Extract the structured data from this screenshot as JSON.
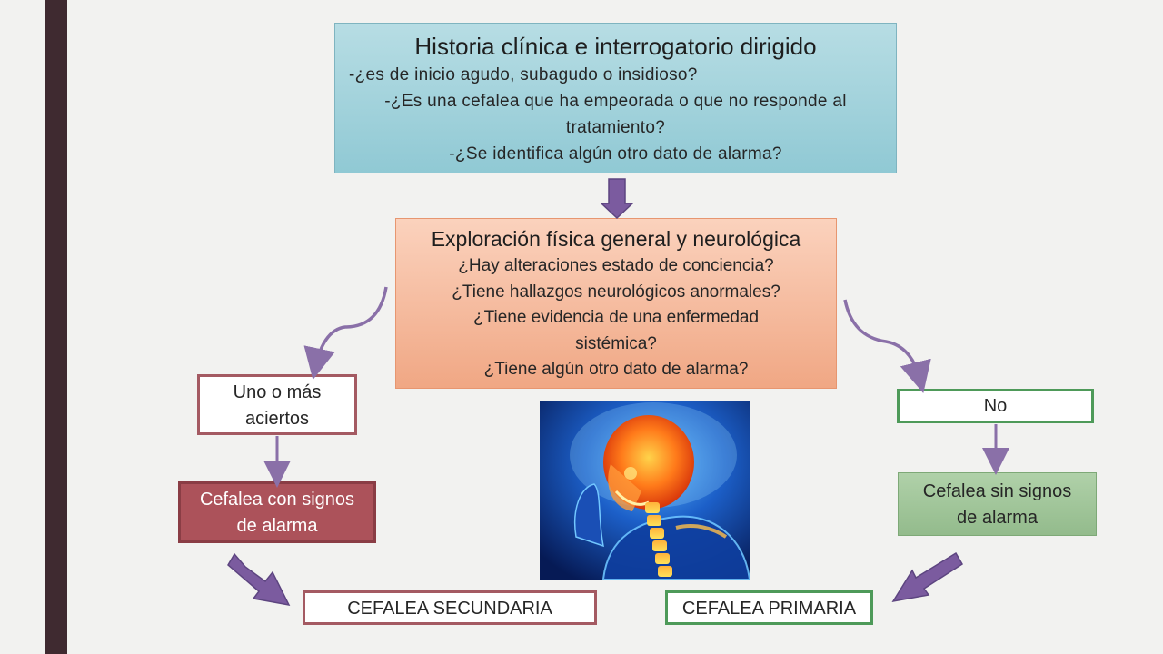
{
  "historia": {
    "title": "Historia clínica e interrogatorio dirigido",
    "lines": [
      "-¿es de inicio agudo, subagudo o insidioso?",
      "-¿Es una cefalea que ha empeorada o que no responde al",
      "tratamiento?",
      "-¿Se identifica algún otro dato de alarma?"
    ]
  },
  "exploracion": {
    "title": "Exploración física general y neurológica",
    "lines": [
      "¿Hay alteraciones estado de conciencia?",
      "¿Tiene hallazgos neurológicos anormales?",
      "¿Tiene evidencia de una enfermedad",
      "sistémica?",
      "¿Tiene algún otro dato de alarma?"
    ]
  },
  "left_branch": {
    "answer_lines": [
      "Uno o más",
      "aciertos"
    ],
    "result_lines": [
      "Cefalea con signos",
      "de alarma"
    ],
    "final": "CEFALEA SECUNDARIA"
  },
  "right_branch": {
    "answer": "No",
    "result_lines": [
      "Cefalea sin signos",
      "de alarma"
    ],
    "final": "CEFALEA PRIMARIA"
  },
  "image": {
    "icon": "headache-illustration"
  },
  "colors": {
    "sidebar": "#3f2a30",
    "arrow": "#7b5b9f",
    "connector": "#8a70a8",
    "alarm": "#ac525a",
    "no_alarm": "#93bb8c"
  }
}
